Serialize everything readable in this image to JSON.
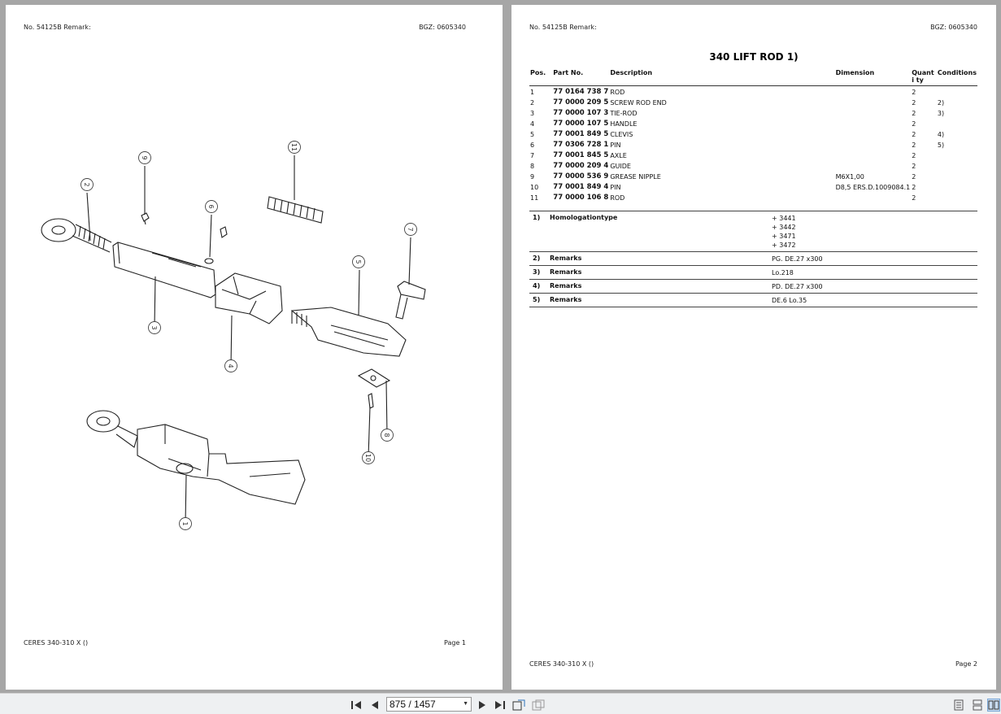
{
  "page1": {
    "header_left": "No. 54125B   Remark:",
    "header_right": "BGZ: 0605340",
    "footer_left": "CERES 340-310 X ()",
    "footer_right": "Page 1",
    "callouts": [
      "1",
      "2",
      "3",
      "4",
      "5",
      "6",
      "7",
      "8",
      "9",
      "10",
      "11"
    ]
  },
  "page2": {
    "header_left": "No. 54125B   Remark:",
    "header_right": "BGZ: 0605340",
    "title": "340 LIFT ROD  1)",
    "columns": [
      "Pos.",
      "Part No.",
      "Description",
      "Dimension",
      "Quanti ty",
      "Conditions"
    ],
    "rows": [
      {
        "pos": "1",
        "part": "77 0164 738 7",
        "desc": "ROD",
        "dim": "",
        "qty": "2",
        "cond": ""
      },
      {
        "pos": "2",
        "part": "77 0000 209 5",
        "desc": "SCREW ROD END",
        "dim": "",
        "qty": "2",
        "cond": "2)"
      },
      {
        "pos": "3",
        "part": "77 0000 107 3",
        "desc": "TIE-ROD",
        "dim": "",
        "qty": "2",
        "cond": "3)"
      },
      {
        "pos": "4",
        "part": "77 0000 107 5",
        "desc": "HANDLE",
        "dim": "",
        "qty": "2",
        "cond": ""
      },
      {
        "pos": "5",
        "part": "77 0001 849 5",
        "desc": "CLEVIS",
        "dim": "",
        "qty": "2",
        "cond": "4)"
      },
      {
        "pos": "6",
        "part": "77 0306 728 1",
        "desc": "PIN",
        "dim": "",
        "qty": "2",
        "cond": "5)"
      },
      {
        "pos": "7",
        "part": "77 0001 845 5",
        "desc": "AXLE",
        "dim": "",
        "qty": "2",
        "cond": ""
      },
      {
        "pos": "8",
        "part": "77 0000 209 4",
        "desc": "GUIDE",
        "dim": "",
        "qty": "2",
        "cond": ""
      },
      {
        "pos": "9",
        "part": "77 0000 536 9",
        "desc": "GREASE NIPPLE",
        "dim": "M6X1,00",
        "qty": "2",
        "cond": ""
      },
      {
        "pos": "10",
        "part": "77 0001 849 4",
        "desc": "PIN",
        "dim": "D8,5 ERS.D.1009084.1",
        "qty": "2",
        "cond": ""
      },
      {
        "pos": "11",
        "part": "77 0000 106 8",
        "desc": "ROD",
        "dim": "",
        "qty": "2",
        "cond": ""
      }
    ],
    "remarks": [
      {
        "no": "1)",
        "label": "Homologationtype",
        "values": [
          "+ 3441",
          "+ 3442",
          "+ 3471",
          "+ 3472"
        ]
      },
      {
        "no": "2)",
        "label": "Remarks",
        "values": [
          "PG. DE.27 x300"
        ]
      },
      {
        "no": "3)",
        "label": "Remarks",
        "values": [
          "Lo.218"
        ]
      },
      {
        "no": "4)",
        "label": "Remarks",
        "values": [
          "PD. DE.27 x300"
        ]
      },
      {
        "no": "5)",
        "label": "Remarks",
        "values": [
          "DE.6 Lo.35"
        ]
      }
    ],
    "footer_left": "CERES 340-310 X ()",
    "footer_right": "Page 2"
  },
  "toolbar": {
    "page_indicator": "875 / 1457",
    "icons": [
      "first-page-icon",
      "prev-page-icon",
      "next-page-icon",
      "last-page-icon",
      "fit-page-icon",
      "fit-width-icon",
      "single-page-view-icon",
      "continuous-view-icon",
      "two-page-view-icon"
    ]
  }
}
